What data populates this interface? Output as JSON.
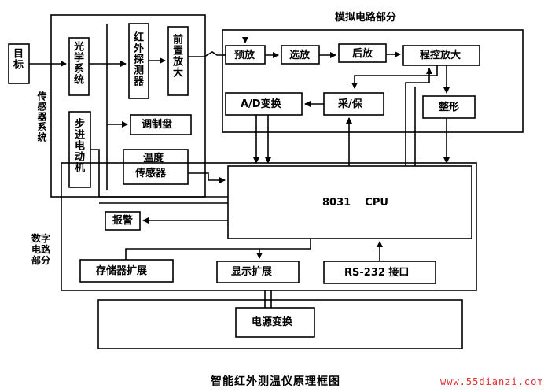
{
  "diagram": {
    "caption": "智能红外测温仪原理框图",
    "watermark": "www.55dianzi.com",
    "sections": {
      "sensor_system": "传感器系统",
      "analog": "模拟电路部分",
      "digital": "数字电路部分"
    },
    "blocks": {
      "target": "目标",
      "optics": "光学系统",
      "ir_detector": "红外探测器",
      "preamp": "前置放大",
      "modulator": "调制盘",
      "stepper": "步进电动机",
      "temp_sensor_1": "温度",
      "temp_sensor_2": "传感器",
      "pre_amp2": "预放",
      "select_amp": "选放",
      "post_amp": "后放",
      "pga": "程控放大",
      "adc": "A/D变换",
      "sample_hold": "采/保",
      "shaper": "整形",
      "cpu": "8031    CPU",
      "alarm": "报警",
      "mem_ext": "存储器扩展",
      "disp_ext": "显示扩展",
      "rs232": "RS-232 接口",
      "power": "电源变换"
    }
  }
}
